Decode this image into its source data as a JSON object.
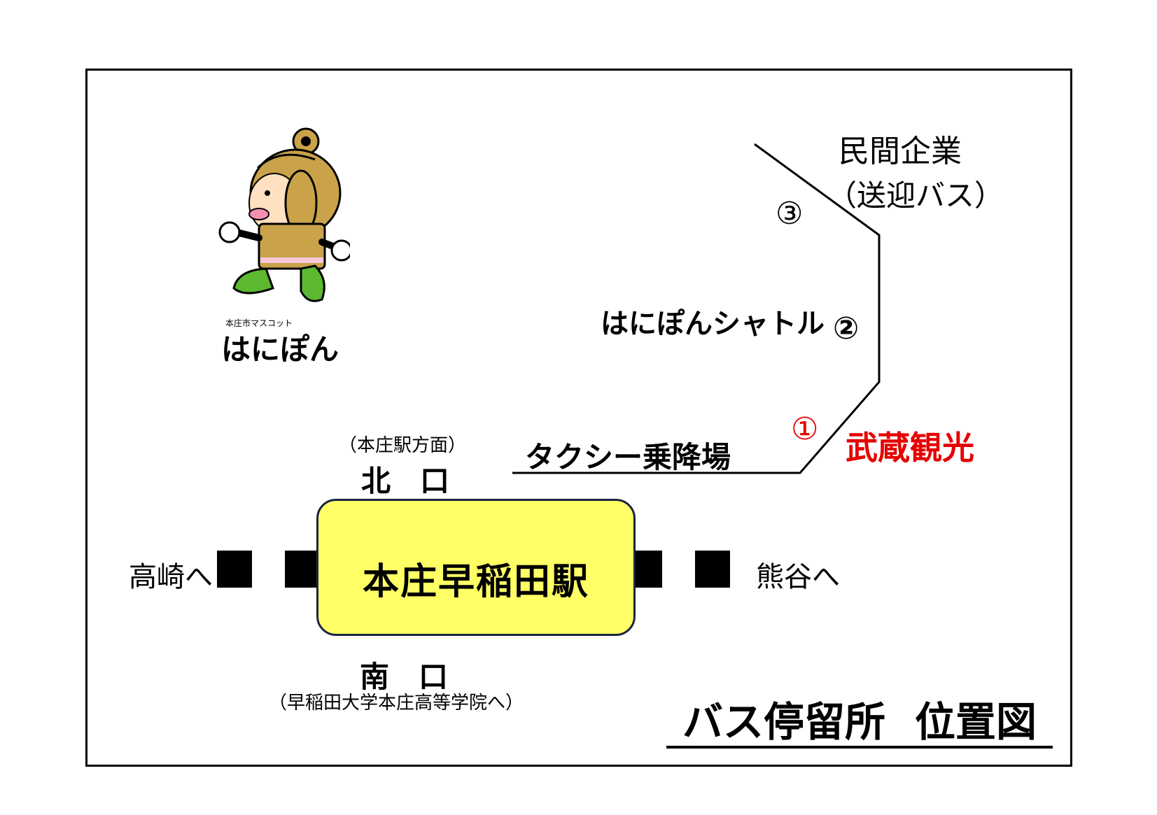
{
  "title": {
    "left": "バス停留所",
    "right": "位置図"
  },
  "station": {
    "name": "本庄早稲田駅"
  },
  "exits": {
    "north": {
      "label": "北　口",
      "note": "（本庄駅方面）"
    },
    "south": {
      "label": "南　口",
      "note": "（早稲田大学本庄高等学院へ）"
    }
  },
  "directions": {
    "west": "高崎へ",
    "east": "熊谷へ"
  },
  "stops": {
    "taxi": {
      "label": "タクシー乗降場"
    },
    "stop1": {
      "marker": "①",
      "label": "武蔵観光",
      "color": "#e60000"
    },
    "stop2": {
      "marker": "②",
      "label": "はにぽんシャトル"
    },
    "stop3": {
      "marker": "③",
      "label_line1": "民間企業",
      "label_line2": "（送迎バス）"
    }
  },
  "mascot": {
    "caption_small": "本庄市マスコット",
    "name": "はにぽん"
  },
  "colors": {
    "station_fill": "#ffff66",
    "station_border": "#1a2444",
    "mascot_helmet": "#c9a24a",
    "mascot_legs": "#5cb82e",
    "mascot_face": "#ffe0c0"
  }
}
